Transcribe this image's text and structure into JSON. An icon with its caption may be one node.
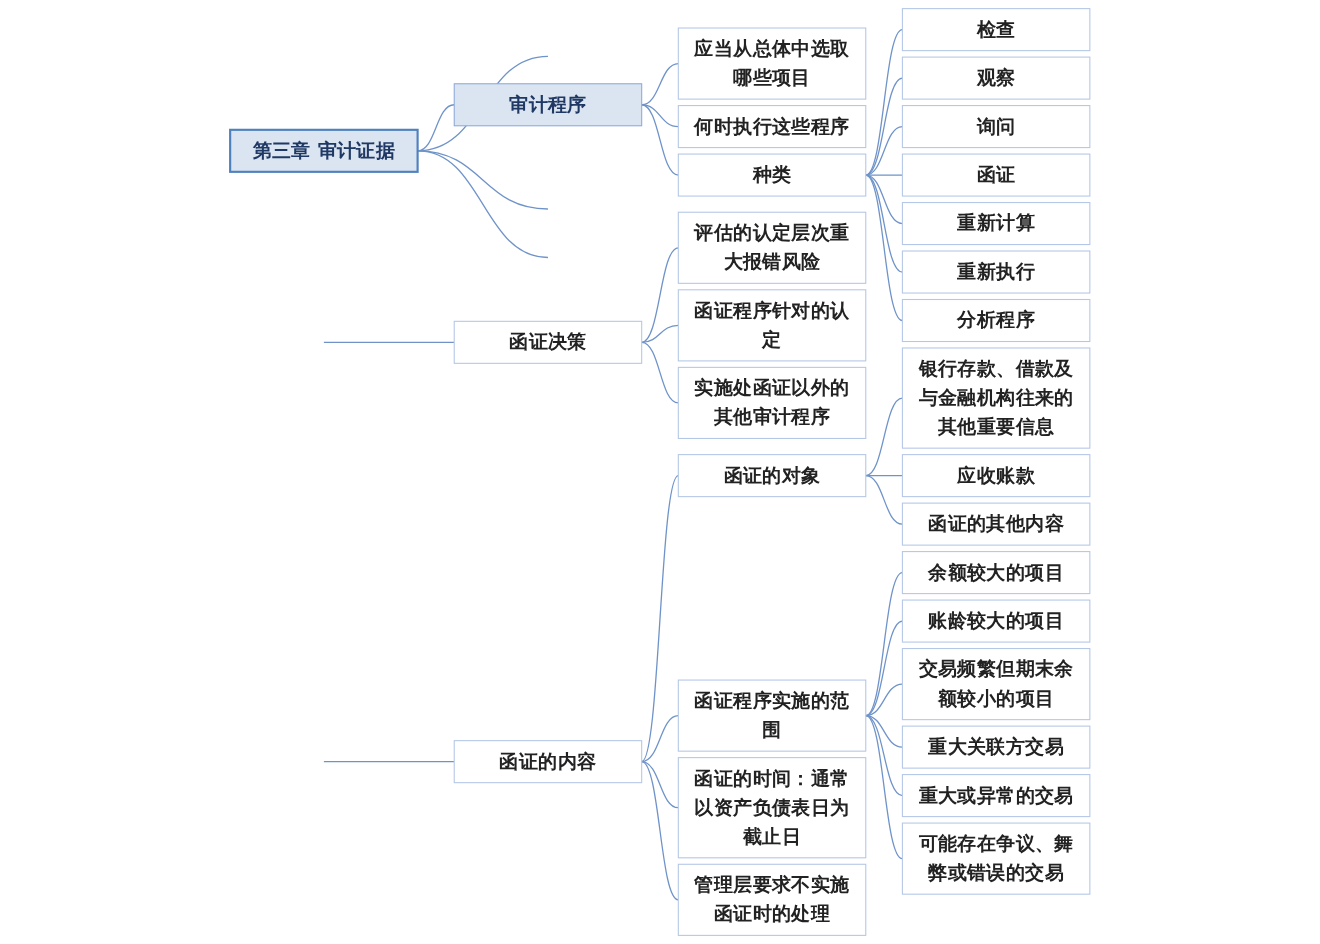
{
  "diagram": {
    "nodes": [
      {
        "text": [
          "第三章 审计证据"
        ]
      },
      {
        "text": [
          "审计程序"
        ]
      },
      {
        "text": [
          "应当从总体中选取哪些项目"
        ]
      },
      {
        "text": [
          "何时执行这些程序"
        ]
      },
      {
        "text": [
          "种类"
        ]
      },
      {
        "text": [
          "检查"
        ]
      },
      {
        "text": [
          "观察"
        ]
      },
      {
        "text": [
          "询问"
        ]
      },
      {
        "text": [
          "函证"
        ]
      },
      {
        "text": [
          "重新计算"
        ]
      },
      {
        "text": [
          "重新执行"
        ]
      },
      {
        "text": [
          "分析程序"
        ]
      },
      {
        "text": [
          "函证决策"
        ]
      },
      {
        "text": [
          "评估的认定层次重大报错风险"
        ]
      },
      {
        "text": [
          "函证程序针对的认定"
        ]
      },
      {
        "text": [
          "实施处函证以外的其他审计程序"
        ]
      },
      {
        "text": [
          "函证的内容"
        ]
      },
      {
        "text": [
          "函证的对象"
        ]
      },
      {
        "text": [
          "银行存款、借款及与金融机构往来的其他重要信息"
        ]
      },
      {
        "text": [
          "应收账款"
        ]
      },
      {
        "text": [
          "函证的其他内容"
        ]
      },
      {
        "text": [
          "函证程序实施的范围"
        ]
      },
      {
        "text": [
          "余额较大的项目"
        ]
      },
      {
        "text": [
          "账龄较大的项目"
        ]
      },
      {
        "text": [
          "交易频繁但期末余额较小的项目"
        ]
      },
      {
        "text": [
          "重大关联方交易"
        ]
      },
      {
        "text": [
          "重大或异常的交易"
        ]
      },
      {
        "text": [
          "可能存在争议、舞弊或错误的交易"
        ]
      },
      {
        "text": [
          "函证的时间：通常以资产负债表日为截止日"
        ]
      },
      {
        "text": [
          "管理层要求不实施函证时的处理"
        ]
      }
    ],
    "edges": [
      {
        "from": 0,
        "to": null,
        "arrow": "none"
      },
      {
        "from": 0,
        "to": 1,
        "arrow": "none"
      },
      {
        "from": 1,
        "to": 2,
        "arrow": "none"
      },
      {
        "from": 1,
        "to": 3,
        "arrow": "none"
      },
      {
        "from": 1,
        "to": 4,
        "arrow": "none"
      },
      {
        "from": 4,
        "to": 5,
        "arrow": "none"
      },
      {
        "from": 4,
        "to": 6,
        "arrow": "none"
      },
      {
        "from": 4,
        "to": 7,
        "arrow": "none"
      },
      {
        "from": 4,
        "to": 8,
        "arrow": "none"
      },
      {
        "from": 4,
        "to": 9,
        "arrow": "none"
      },
      {
        "from": 4,
        "to": 10,
        "arrow": "none"
      },
      {
        "from": 4,
        "to": 11,
        "arrow": "none"
      },
      {
        "from": null,
        "to": 12,
        "arrow": "none"
      },
      {
        "from": 12,
        "to": 13,
        "arrow": "none"
      },
      {
        "from": 12,
        "to": 14,
        "arrow": "none"
      },
      {
        "from": 12,
        "to": 15,
        "arrow": "none"
      },
      {
        "from": null,
        "to": 16,
        "arrow": "none"
      },
      {
        "from": 16,
        "to": 17,
        "arrow": "none"
      },
      {
        "from": 17,
        "to": 18,
        "arrow": "none"
      },
      {
        "from": 17,
        "to": 19,
        "arrow": "none"
      },
      {
        "from": 17,
        "to": 20,
        "arrow": "none"
      },
      {
        "from": 16,
        "to": 21,
        "arrow": "none"
      },
      {
        "from": 21,
        "to": 22,
        "arrow": "none"
      },
      {
        "from": 21,
        "to": 23,
        "arrow": "none"
      },
      {
        "from": 21,
        "to": 24,
        "arrow": "none"
      },
      {
        "from": 21,
        "to": 25,
        "arrow": "none"
      },
      {
        "from": 21,
        "to": 26,
        "arrow": "none"
      },
      {
        "from": 21,
        "to": 27,
        "arrow": "none"
      },
      {
        "from": 16,
        "to": 28,
        "arrow": "none"
      },
      {
        "from": 16,
        "to": 29,
        "arrow": "none"
      },
      {
        "from": 0,
        "to": null,
        "arrow": "none"
      },
      {
        "from": 0,
        "to": null,
        "arrow": "none"
      }
    ]
  }
}
